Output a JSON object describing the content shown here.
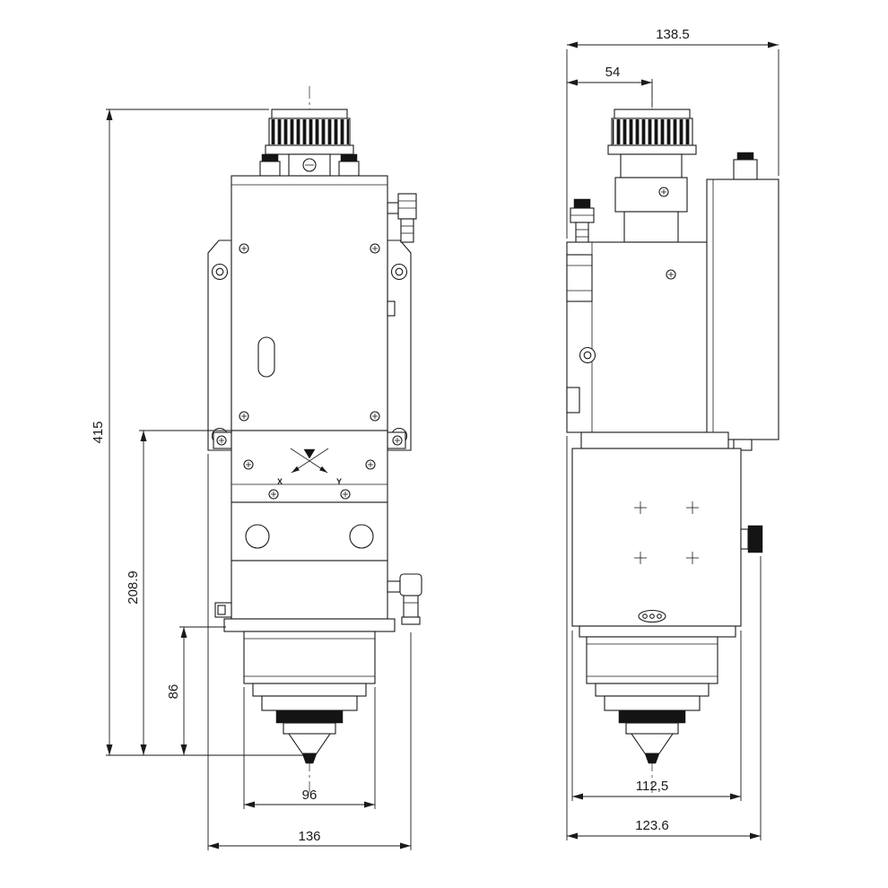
{
  "colors": {
    "line": "#1a1a1a",
    "dark_fill": "#141414",
    "background": "#ffffff"
  },
  "front_view": {
    "dimensions": {
      "total_height": "415",
      "mid_height": "208.9",
      "lower_height": "86",
      "nozzle_width": "96",
      "overall_width": "136"
    },
    "axis_labels": {
      "x": "X",
      "y": "Y"
    }
  },
  "side_view": {
    "dimensions": {
      "overall_width": "138.5",
      "top_offset": "54",
      "lower_width": "112,5",
      "base_width": "123.6"
    }
  }
}
